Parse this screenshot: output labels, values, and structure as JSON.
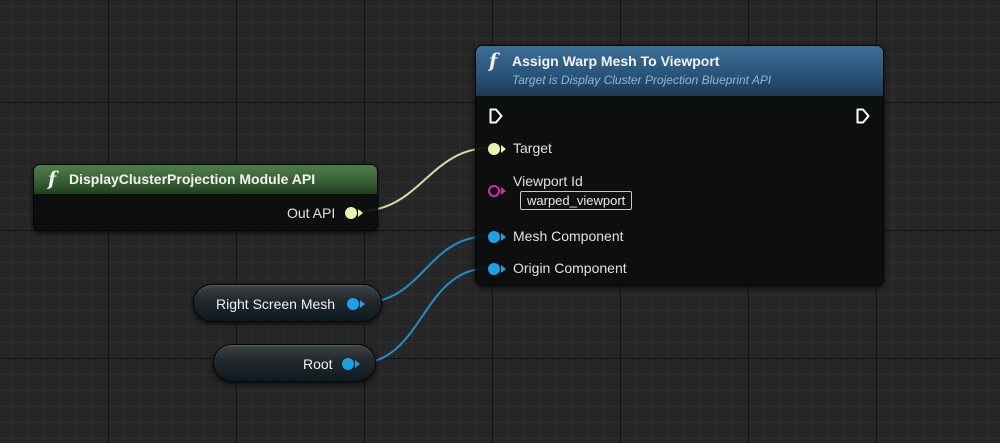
{
  "colors": {
    "api_pin": "#eef0b0",
    "object_pin": "#1ea0e6",
    "name_pin": "#d32ca8",
    "function_header_blue": "#2f5f8a",
    "function_header_green": "#3d6b3a",
    "exec_pin": "#ffffff"
  },
  "assign_node": {
    "icon": "function-icon",
    "title": "Assign Warp Mesh To Viewport",
    "subtitle": "Target is Display Cluster Projection Blueprint API",
    "pins": {
      "target": "Target",
      "viewport_id": "Viewport Id",
      "viewport_id_value": "warped_viewport",
      "mesh_component": "Mesh Component",
      "origin_component": "Origin Component"
    }
  },
  "module_node": {
    "icon": "function-icon",
    "title": "DisplayClusterProjection Module API",
    "output_pin": "Out API"
  },
  "variables": {
    "right_screen_mesh": "Right Screen Mesh",
    "root": "Root"
  }
}
